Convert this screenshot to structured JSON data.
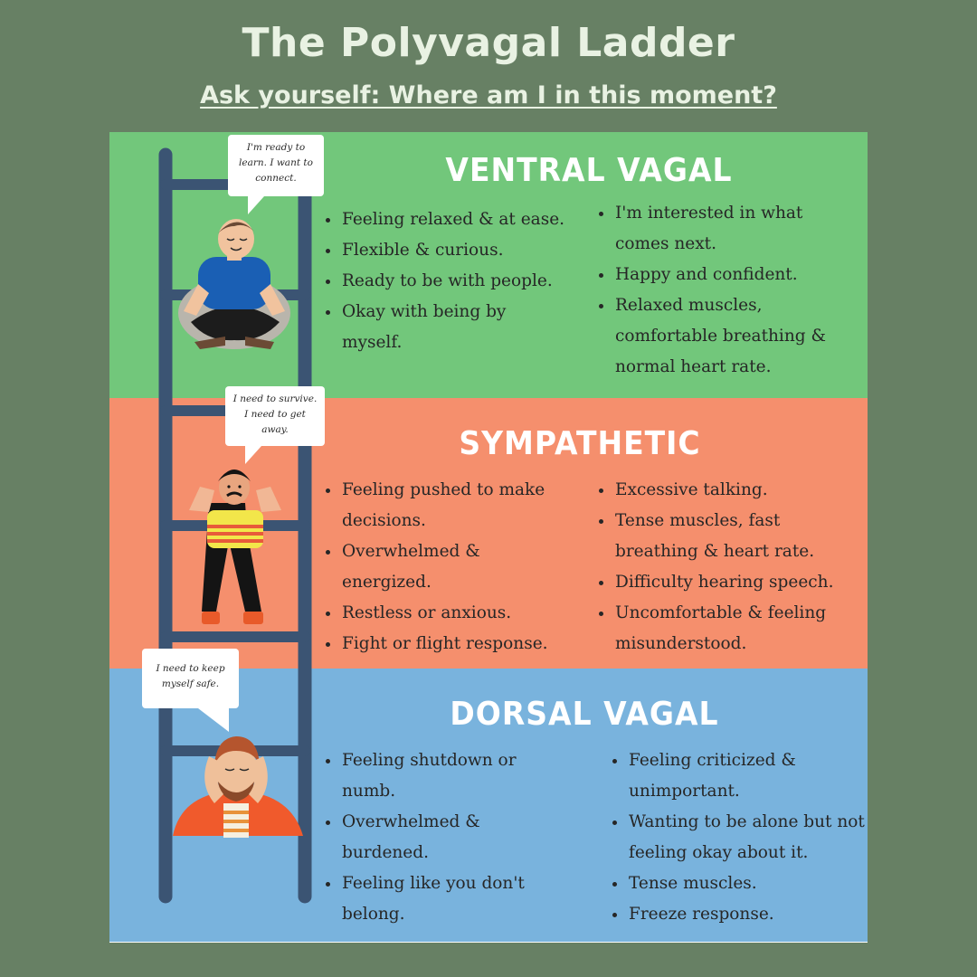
{
  "title": "The Polyvagal Ladder",
  "subtitle": "Ask yourself: Where am I in this moment?",
  "sections": {
    "ventral": {
      "title": "VENTRAL VAGAL",
      "color": "#72c77b",
      "bubble": "I'm ready to learn. I want to connect.",
      "left_items": [
        "Feeling relaxed & at ease.",
        "Flexible & curious.",
        "Ready to be with people.",
        "Okay with being by myself."
      ],
      "right_items": [
        "I'm interested in what comes next.",
        "Happy and confident.",
        "Relaxed muscles, comfortable breathing & normal heart rate."
      ]
    },
    "sympathetic": {
      "title": "SYMPATHETIC",
      "color": "#f58f6d",
      "bubble": "I need to survive. I need to get away.",
      "left_items": [
        "Feeling pushed to make decisions.",
        "Overwhelmed & energized.",
        "Restless or anxious.",
        "Fight or flight response."
      ],
      "right_items": [
        "Excessive talking.",
        "Tense muscles, fast breathing & heart rate.",
        "Difficulty hearing speech.",
        "Uncomfortable & feeling misunderstood."
      ]
    },
    "dorsal": {
      "title": "DORSAL VAGAL",
      "color": "#79b3dd",
      "bubble": "I need to keep myself safe.",
      "left_items": [
        "Feeling shutdown or numb.",
        "Overwhelmed & burdened.",
        "Feeling like you don't belong."
      ],
      "right_items": [
        "Feeling criticized & unimportant.",
        "Wanting to be alone but not feeling okay about it.",
        "Tense muscles.",
        "Freeze response."
      ]
    }
  },
  "icons": {
    "ladder": "ladder-icon",
    "calm_person": "calm-person-icon",
    "anxious_person": "anxious-person-icon",
    "shutdown_person": "shutdown-person-icon"
  },
  "colors": {
    "background": "#678064",
    "ladder": "#3b5473",
    "heading_text": "#e9f2e3"
  }
}
